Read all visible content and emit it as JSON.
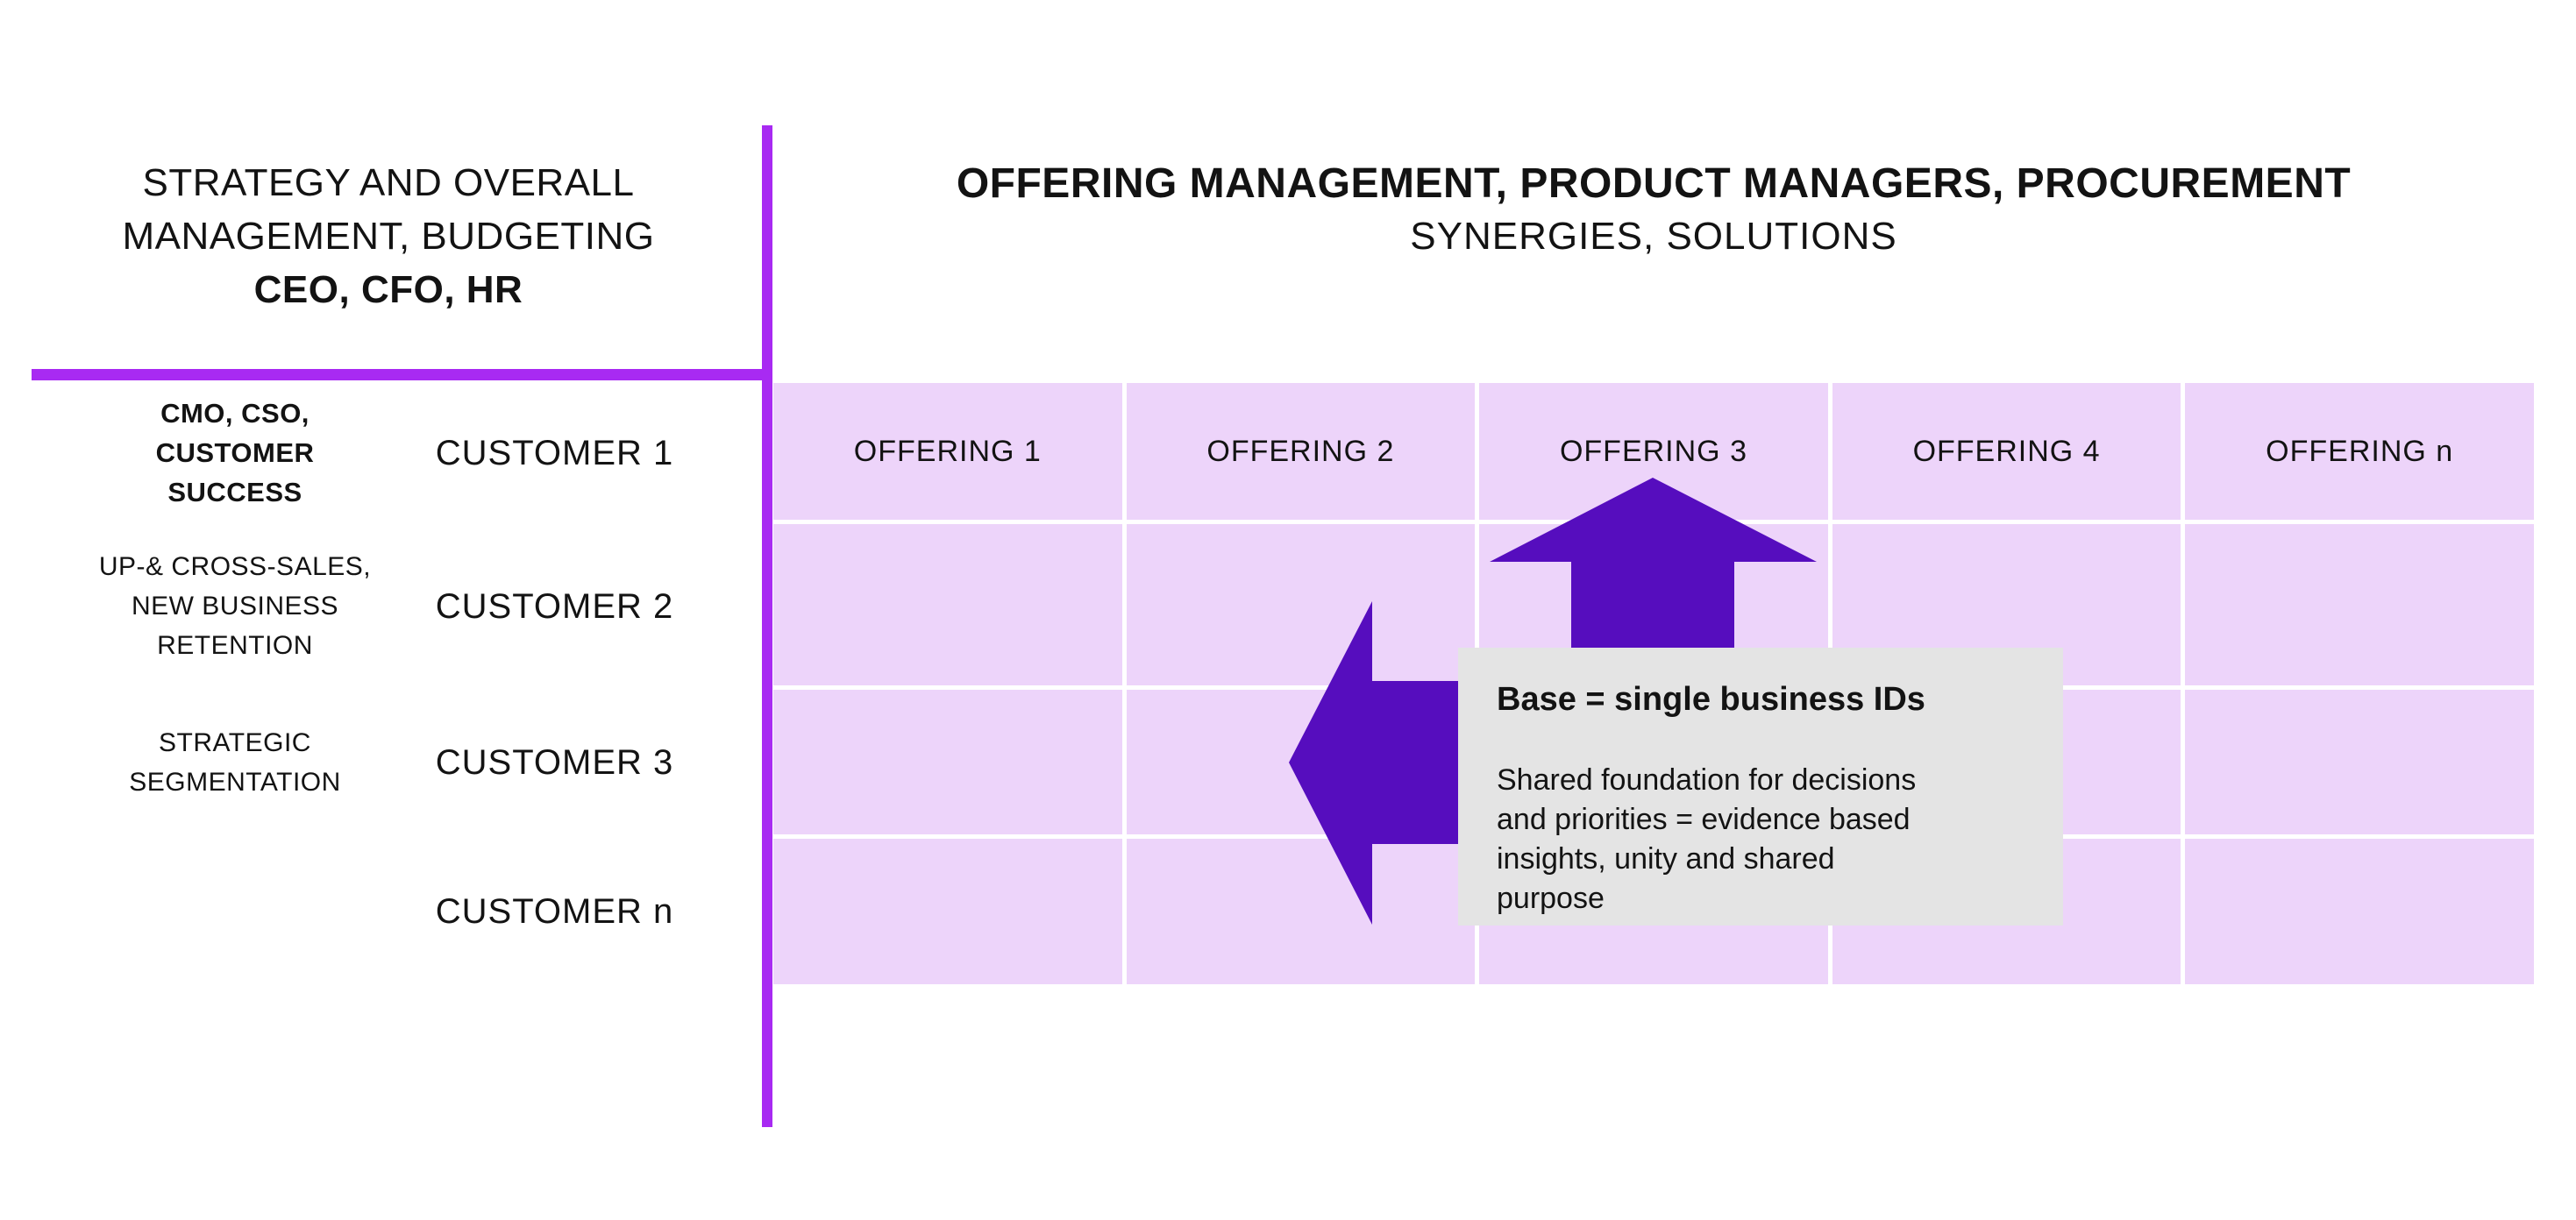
{
  "top_left": {
    "lines": [
      "STRATEGY AND OVERALL",
      "MANAGEMENT, BUDGETING",
      "CEO, CFO, HR"
    ]
  },
  "top_right": {
    "lines": [
      "OFFERING MANAGEMENT, PRODUCT MANAGERS, PROCUREMENT",
      "SYNERGIES, SOLUTIONS"
    ]
  },
  "side_labels": [
    {
      "lines": [
        "CMO, CSO,",
        "CUSTOMER",
        "SUCCESS"
      ],
      "bold": true
    },
    {
      "lines": [
        "UP-& CROSS-SALES,",
        "NEW BUSINESS",
        "RETENTION"
      ],
      "bold": false
    },
    {
      "lines": [
        "STRATEGIC",
        "SEGMENTATION"
      ],
      "bold": false
    }
  ],
  "customers": [
    "CUSTOMER 1",
    "CUSTOMER 2",
    "CUSTOMER 3",
    "CUSTOMER n"
  ],
  "offerings": [
    "OFFERING 1",
    "OFFERING 2",
    "OFFERING 3",
    "OFFERING 4",
    "OFFERING n"
  ],
  "callout": {
    "title": "Base = single business IDs",
    "body_lines": [
      "Shared foundation for decisions",
      "and priorities = evidence based",
      "insights, unity and shared",
      "purpose"
    ]
  },
  "colors": {
    "axis_purple": "#a82af2",
    "arrow_purple": "#560dbe",
    "cell_lavender": "#edd4fa",
    "callout_gray": "#e4e4e4",
    "text": "#131313"
  }
}
